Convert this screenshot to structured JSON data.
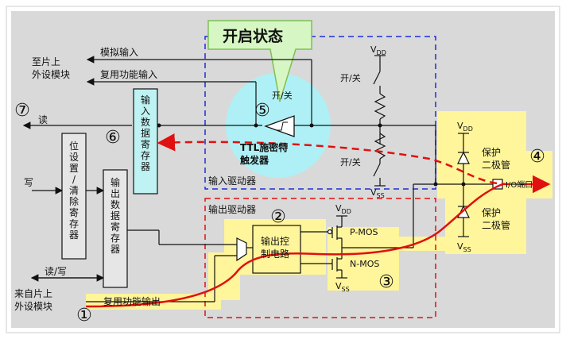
{
  "title_callout": "开启状态",
  "labels": {
    "to_peripheral": "至片上\n外设模块",
    "analog_input": "模拟输入",
    "alt_input": "复用功能输入",
    "read": "读",
    "write": "写",
    "read_write": "读/写",
    "from_peripheral": "来自片上\n外设模块",
    "alt_output": "复用功能输出",
    "input_driver": "输入驱动器",
    "output_driver": "输出驱动器",
    "schmitt": "TTL施密特\n触发器",
    "switch_on_off": "开/关",
    "vdd": "VDD",
    "vss": "VSS",
    "protect_diode": "保护\n二极管",
    "io_pin": "I/O端口",
    "pmos": "P-MOS",
    "nmos": "N-MOS",
    "output_ctrl": "输出控\n制电路"
  },
  "registers": {
    "input_data": "输入数据寄存器",
    "output_data": "输出数据寄存器",
    "bit_set": "位设置/清除寄存器"
  },
  "markers": [
    "①",
    "②",
    "③",
    "④",
    "⑤",
    "⑥",
    "⑦"
  ],
  "colors": {
    "highlight": "#fff59a",
    "red": "#e01010",
    "blue": "#1b2fd6",
    "cyan": "#aef0f5",
    "callout": "#d6f7c3",
    "grey_bg": "#d9d9d9",
    "reg_fill": "#e6e6e6",
    "input_reg_fill": "#bff2f2"
  }
}
